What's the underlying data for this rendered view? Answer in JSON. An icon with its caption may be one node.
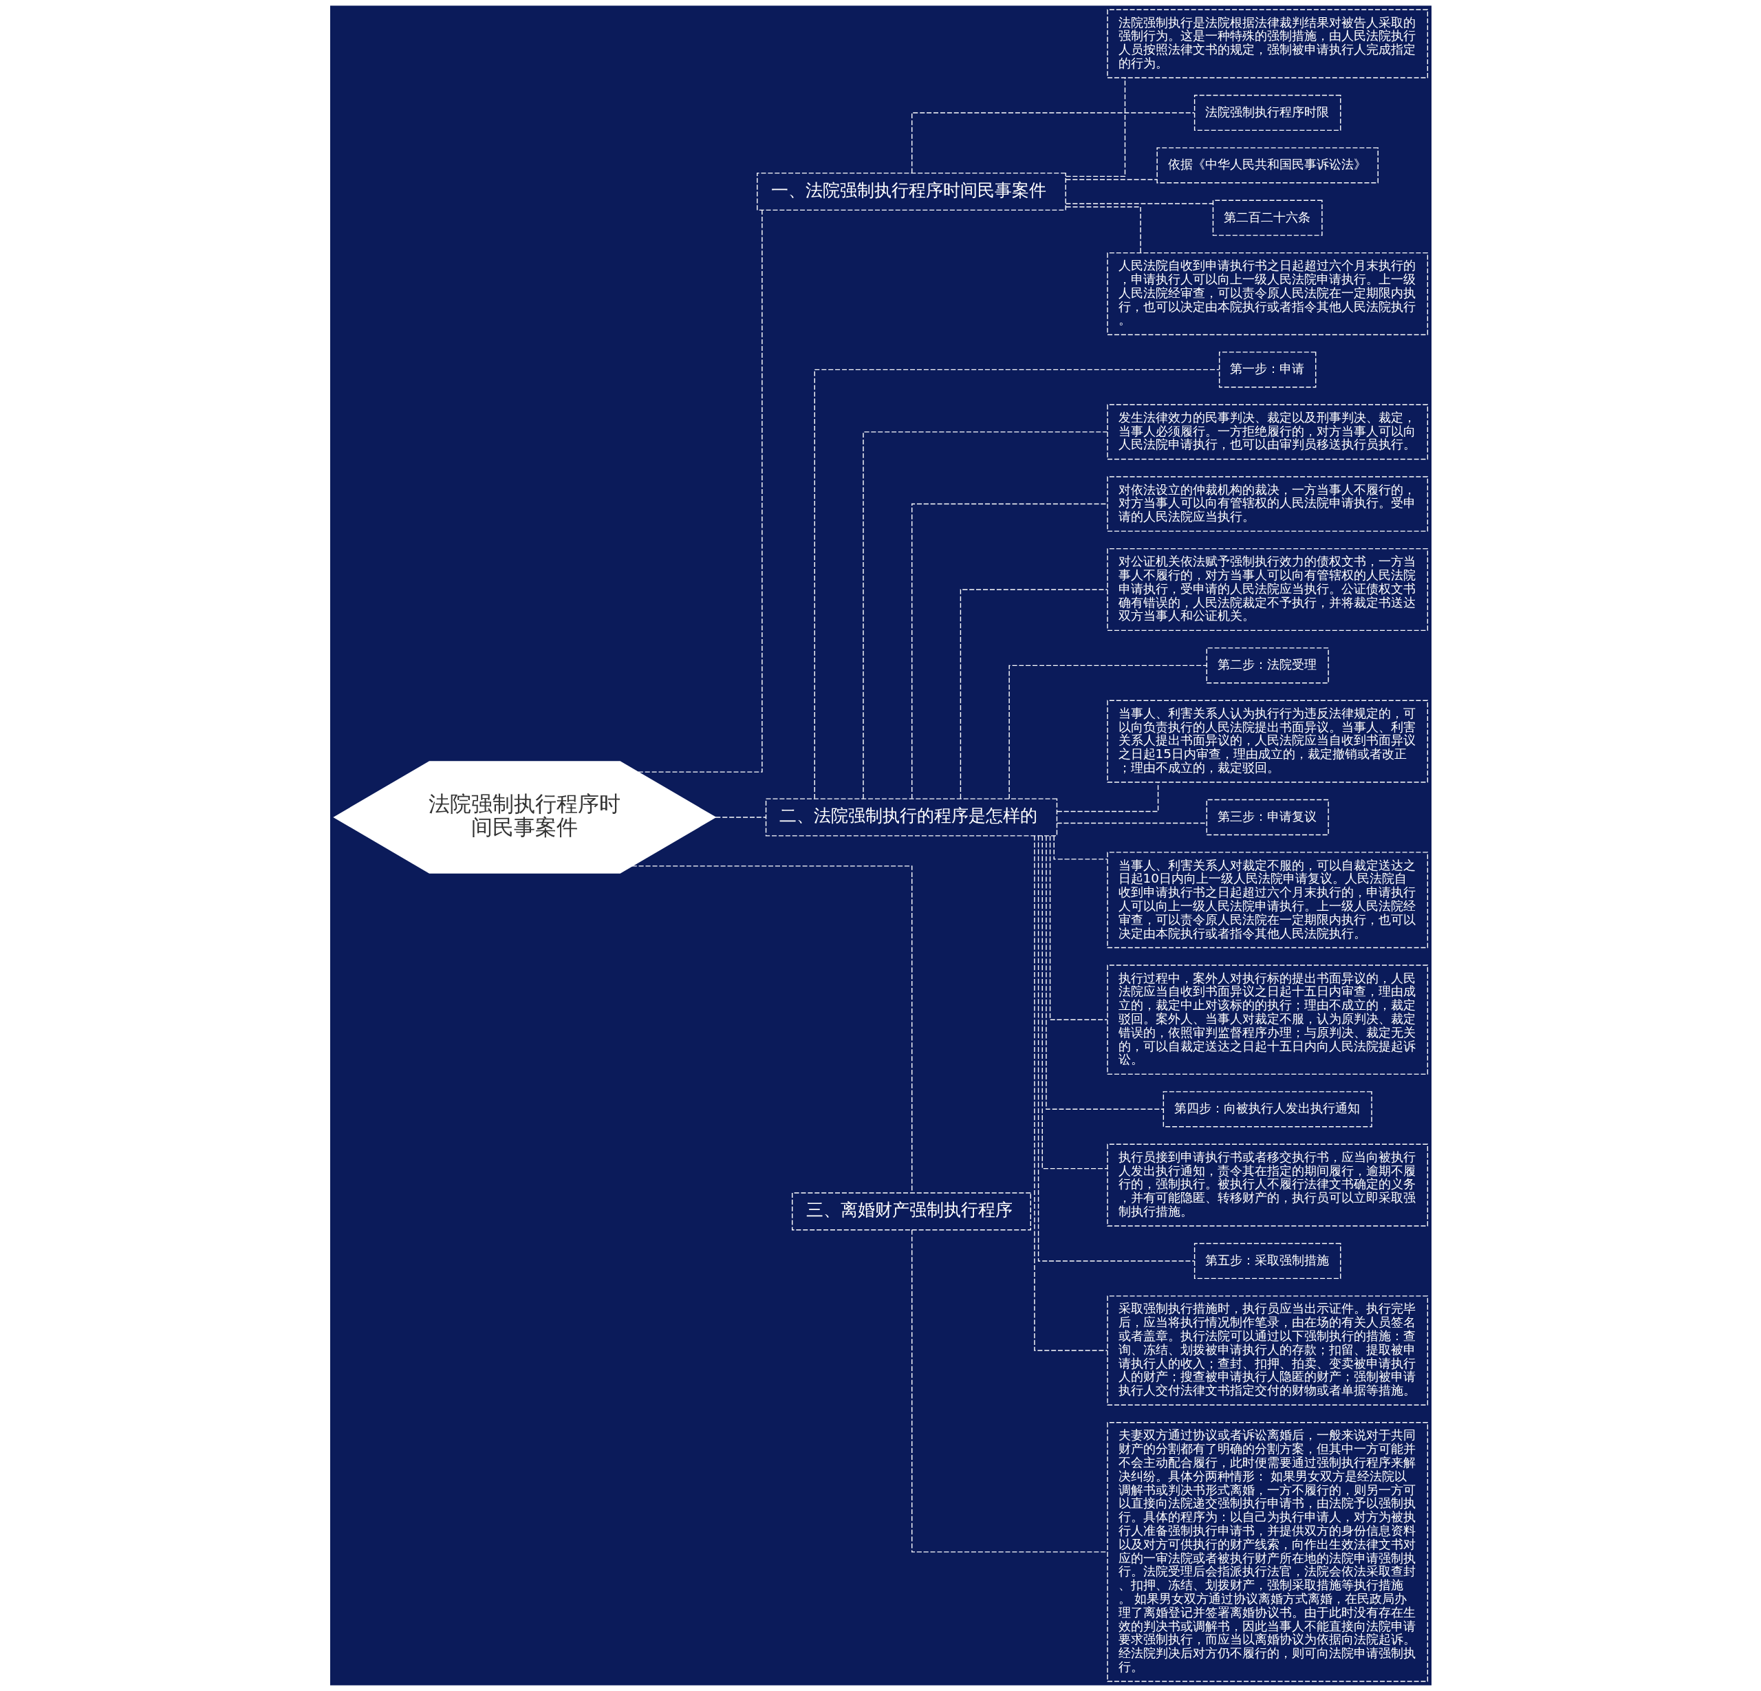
{
  "diagram": {
    "nodes": [
      {
        "text": [
          "法院强制执行程序时间民事案件"
        ]
      },
      {
        "text": [
          "一、法院强制执行程序时间民事案件"
        ]
      },
      {
        "text": [
          "法院强制执行是法院根据法律裁判结果对被告人采取的强制行为。这是一种特殊的强制措施，由人民法院执行人员按照法律文书的规定，强制被申请执行人完成指定的行为。"
        ]
      },
      {
        "text": [
          "法院强制执行程序时限"
        ]
      },
      {
        "text": [
          "依据《中华人民共和国民事诉讼法》"
        ]
      },
      {
        "text": [
          "第二百二十六条"
        ]
      },
      {
        "text": [
          "人民法院自收到申请执行书之日起超过六个月末执行的，申请执行人可以向上一级人民法院申请执行。上一级人民法院经审查，可以责令原人民法院在一定期限内执行，也可以决定由本院执行或者指令其他人民法院执行。"
        ]
      },
      {
        "text": [
          "二、法院强制执行的程序是怎样的"
        ]
      },
      {
        "text": [
          "第一步：申请"
        ]
      },
      {
        "text": [
          "发生法律效力的民事判决、裁定以及刑事判决、裁定，当事人必须履行。一方拒绝履行的，对方当事人可以向人民法院申请执行，也可以由审判员移送执行员执行。"
        ]
      },
      {
        "text": [
          "对依法设立的仲裁机构的裁决，一方当事人不履行的，对方当事人可以向有管辖权的人民法院申请执行。受申请的人民法院应当执行。"
        ]
      },
      {
        "text": [
          "对公证机关依法赋予强制执行效力的债权文书，一方当事人不履行的，对方当事人可以向有管辖权的人民法院申请执行，受申请的人民法院应当执行。公证债权文书确有错误的，人民法院裁定不予执行，并将裁定书送达双方当事人和公证机关。"
        ]
      },
      {
        "text": [
          "第二步：法院受理"
        ]
      },
      {
        "text": [
          "当事人、利害关系人认为执行行为违反法律规定的，可以向负责执行的人民法院提出书面异议。当事人、利害关系人提出书面异议的，人民法院应当自收到书面异议之日起15日内审查，理由成立的，裁定撤销或者改正；理由不成立的，裁定驳回。"
        ]
      },
      {
        "text": [
          "第三步：申请复议"
        ]
      },
      {
        "text": [
          "当事人、利害关系人对裁定不服的，可以自裁定送达之日起10日内向上一级人民法院申请复议。人民法院自收到申请执行书之日起超过六个月末执行的，申请执行人可以向上一级人民法院申请执行。上一级人民法院经审查，可以责令原人民法院在一定期限内执行，也可以决定由本院执行或者指令其他人民法院执行。"
        ]
      },
      {
        "text": [
          "执行过程中，案外人对执行标的提出书面异议的，人民法院应当自收到书面异议之日起十五日内审查，理由成立的，裁定中止对该标的的执行；理由不成立的，裁定驳回。案外人、当事人对裁定不服，认为原判决、裁定错误的，依照审判监督程序办理；与原判决、裁定无关的，可以自裁定送达之日起十五日内向人民法院提起诉讼。"
        ]
      },
      {
        "text": [
          "第四步：向被执行人发出执行通知"
        ]
      },
      {
        "text": [
          "执行员接到申请执行书或者移交执行书，应当向被执行人发出执行通知，责令其在指定的期间履行，逾期不履行的，强制执行。被执行人不履行法律文书确定的义务，并有可能隐匿、转移财产的，执行员可以立即采取强制执行措施。"
        ]
      },
      {
        "text": [
          "第五步：采取强制措施"
        ]
      },
      {
        "text": [
          "采取强制执行措施时，执行员应当出示证件。执行完毕后，应当将执行情况制作笔录，由在场的有关人员签名或者盖章。执行法院可以通过以下强制执行的措施：查询、冻结、划拨被申请执行人的存款；扣留、提取被申请执行人的收入；查封、扣押、拍卖、变卖被申请执行人的财产；搜查被申请执行人隐匿的财产；强制被申请执行人交付法律文书指定交付的财物或者单据等措施。"
        ]
      },
      {
        "text": [
          "三、离婚财产强制执行程序"
        ]
      },
      {
        "text": [
          "夫妻双方通过协议或者诉讼离婚后，一般来说对于共同财产的分割都有了明确的分割方案，但其中一方可能并不会主动配合履行，此时便需要通过强制执行程序来解决纠纷。具体分两种情形： 如果男女双方是经法院以调解书或判决书形式离婚，一方不履行的，则另一方可以直接向法院递交强制执行申请书，由法院予以强制执行。具体的程序为：以自己为执行申请人，对方为被执行人准备强制执行申请书，并提供双方的身份信息资料以及对方可供执行的财产线索，向作出生效法律文书对应的一审法院或者被执行财产所在地的法院申请强制执行。法院受理后会指派执行法官，法院会依法采取查封、扣押、冻结、划拨财产，强制采取措施等执行措施。 如果男女双方通过协议离婚方式离婚，在民政局办理了离婚登记并签署离婚协议书。由于此时没有存在生效的判决书或调解书，因此当事人不能直接向法院申请要求强制执行，而应当以离婚协议为依据向法院起诉。经法院判决后对方仍不履行的，则可向法院申请强制执行。"
        ]
      }
    ],
    "edges": [
      {
        "from": 0,
        "to": 1,
        "arrow": "none"
      },
      {
        "from": 1,
        "to": 2,
        "arrow": "none"
      },
      {
        "from": 1,
        "to": 3,
        "arrow": "none"
      },
      {
        "from": 1,
        "to": 4,
        "arrow": "none"
      },
      {
        "from": 1,
        "to": 5,
        "arrow": "none"
      },
      {
        "from": 1,
        "to": 6,
        "arrow": "none"
      },
      {
        "from": 0,
        "to": 7,
        "arrow": "none"
      },
      {
        "from": 7,
        "to": 8,
        "arrow": "none"
      },
      {
        "from": 7,
        "to": 9,
        "arrow": "none"
      },
      {
        "from": 7,
        "to": 10,
        "arrow": "none"
      },
      {
        "from": 7,
        "to": 11,
        "arrow": "none"
      },
      {
        "from": 7,
        "to": 12,
        "arrow": "none"
      },
      {
        "from": 7,
        "to": 13,
        "arrow": "none"
      },
      {
        "from": 7,
        "to": 14,
        "arrow": "none"
      },
      {
        "from": 7,
        "to": 15,
        "arrow": "none"
      },
      {
        "from": 7,
        "to": 16,
        "arrow": "none"
      },
      {
        "from": 7,
        "to": 17,
        "arrow": "none"
      },
      {
        "from": 7,
        "to": 18,
        "arrow": "none"
      },
      {
        "from": 7,
        "to": 19,
        "arrow": "none"
      },
      {
        "from": 7,
        "to": 20,
        "arrow": "none"
      },
      {
        "from": 0,
        "to": 21,
        "arrow": "none"
      },
      {
        "from": 21,
        "to": 22,
        "arrow": "none"
      }
    ]
  }
}
